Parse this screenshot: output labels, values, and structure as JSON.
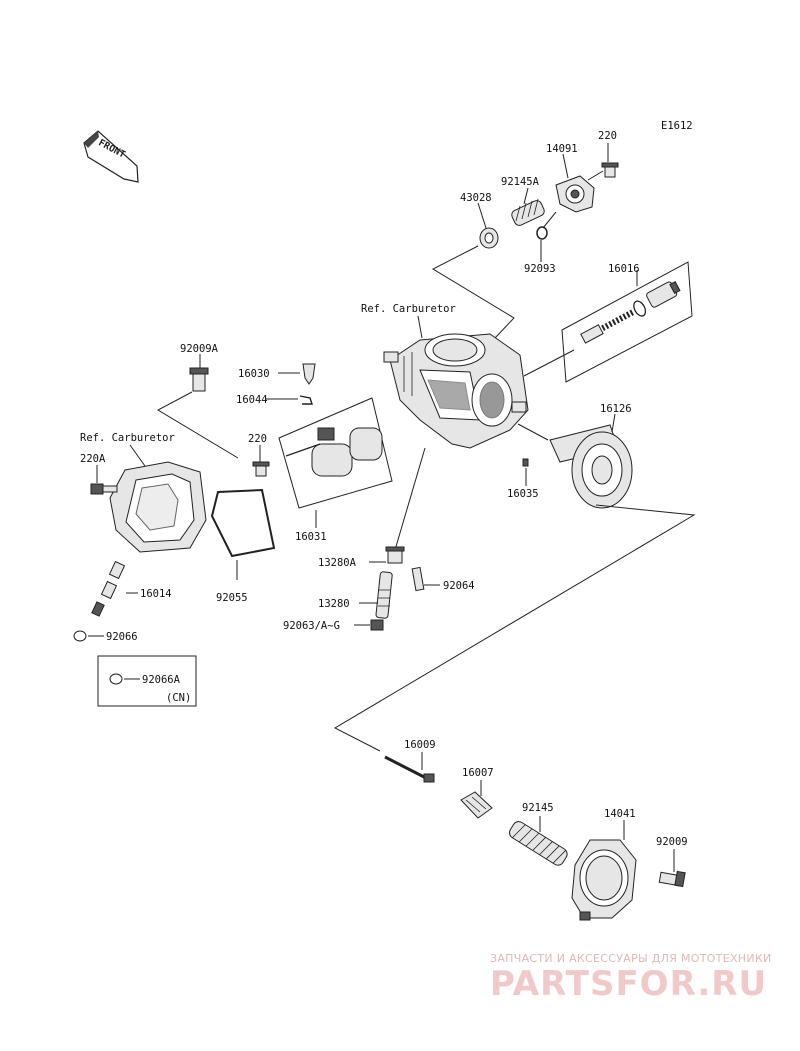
{
  "diagram_code": "E1612",
  "front_label": "FRONT",
  "ref_labels": [
    "Ref. Carburetor",
    "Ref. Carburetor"
  ],
  "callouts": [
    {
      "id": "c-220-top",
      "text": "220"
    },
    {
      "id": "c-14091",
      "text": "14091"
    },
    {
      "id": "c-92145a",
      "text": "92145A"
    },
    {
      "id": "c-43028",
      "text": "43028"
    },
    {
      "id": "c-92093",
      "text": "92093"
    },
    {
      "id": "c-16016",
      "text": "16016"
    },
    {
      "id": "c-92009a",
      "text": "92009A"
    },
    {
      "id": "c-16030",
      "text": "16030"
    },
    {
      "id": "c-16044",
      "text": "16044"
    },
    {
      "id": "c-220-mid",
      "text": "220"
    },
    {
      "id": "c-16126",
      "text": "16126"
    },
    {
      "id": "c-220a",
      "text": "220A"
    },
    {
      "id": "c-16035",
      "text": "16035"
    },
    {
      "id": "c-16031",
      "text": "16031"
    },
    {
      "id": "c-13280a",
      "text": "13280A"
    },
    {
      "id": "c-92064",
      "text": "92064"
    },
    {
      "id": "c-16014",
      "text": "16014"
    },
    {
      "id": "c-92055",
      "text": "92055"
    },
    {
      "id": "c-13280",
      "text": "13280"
    },
    {
      "id": "c-92063",
      "text": "92063/A~G"
    },
    {
      "id": "c-92066",
      "text": "92066"
    },
    {
      "id": "c-92066a",
      "text": "92066A"
    },
    {
      "id": "c-cn",
      "text": "(CN)"
    },
    {
      "id": "c-16009",
      "text": "16009"
    },
    {
      "id": "c-16007",
      "text": "16007"
    },
    {
      "id": "c-92145",
      "text": "92145"
    },
    {
      "id": "c-14041",
      "text": "14041"
    },
    {
      "id": "c-92009",
      "text": "92009"
    }
  ],
  "watermark": {
    "tagline": "ЗАПЧАСТИ И АКСЕССУАРЫ ДЛЯ МОТОТЕХНИКИ",
    "brand": "PARTSFOR.RU"
  }
}
